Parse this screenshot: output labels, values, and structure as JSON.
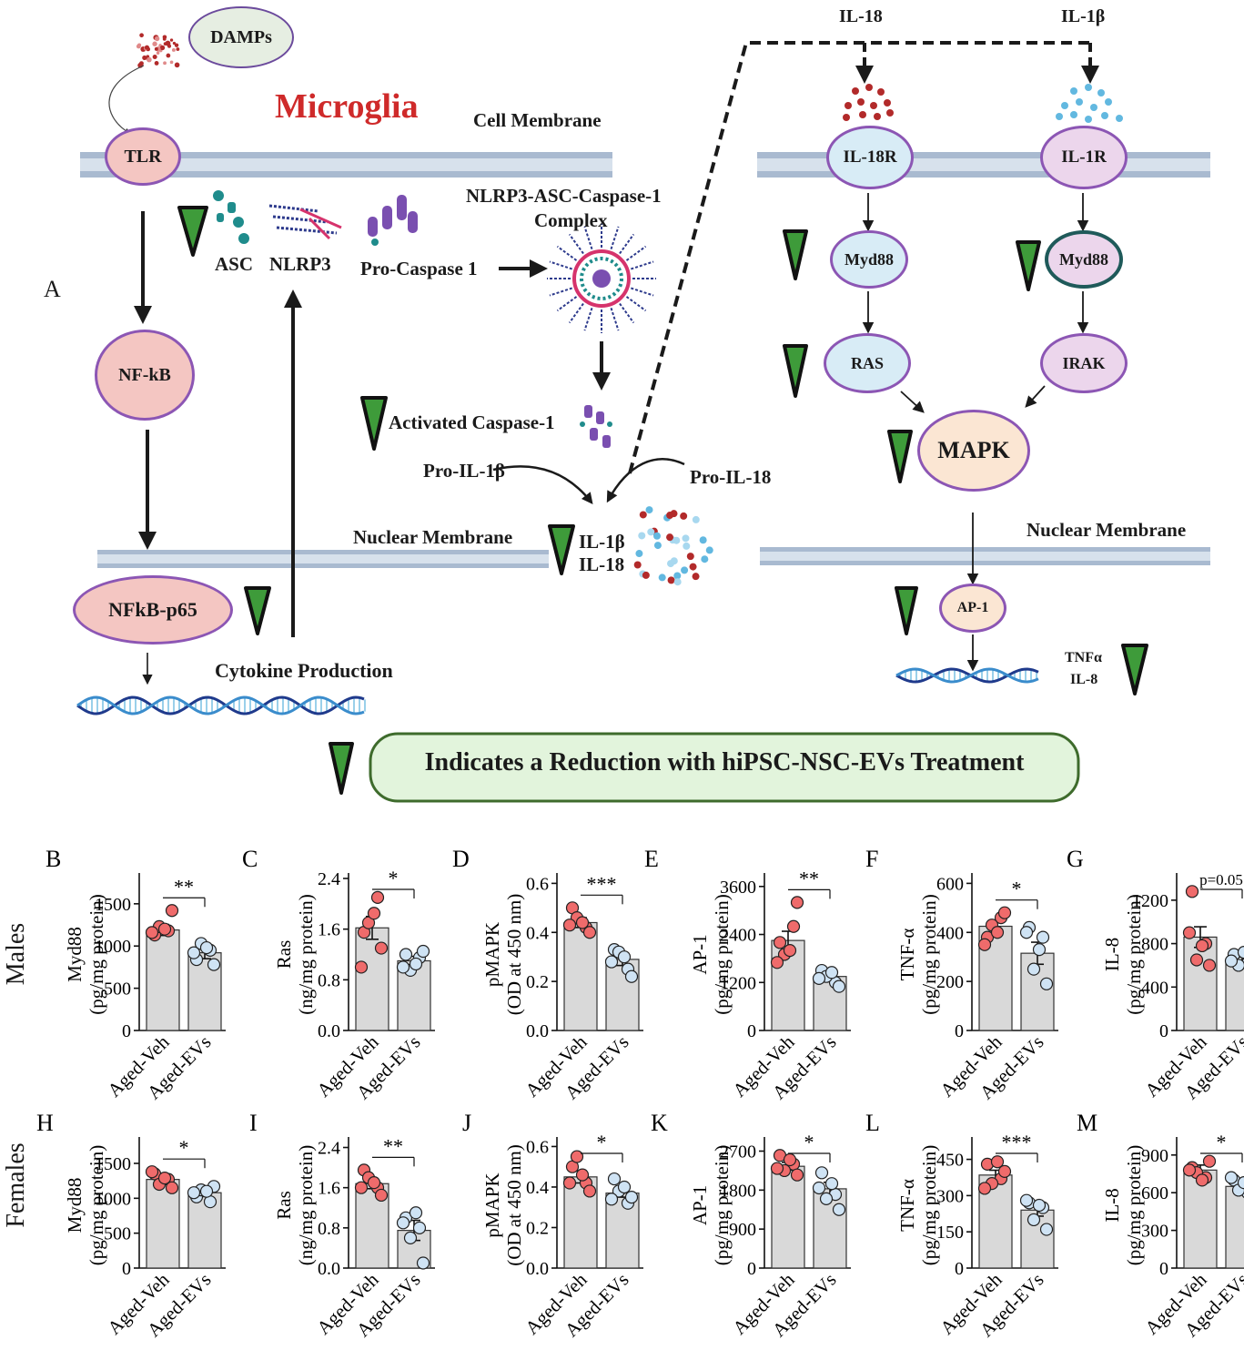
{
  "diagram": {
    "panel_label": "A",
    "title": "Microglia",
    "title_color": "#cf2a2a",
    "labels": {
      "damps": "DAMPs",
      "tlr": "TLR",
      "cell_membrane": "Cell Membrane",
      "asc": "ASC",
      "nlrp3": "NLRP3",
      "pro_caspase": "Pro-Caspase 1",
      "complex_line1": "NLRP3-ASC-Caspase-1",
      "complex_line2": "Complex",
      "nfkb": "NF-kB",
      "activated_caspase": "Activated Caspase-1",
      "pro_il1b": "Pro-IL-1β",
      "pro_il18": "Pro-IL-18",
      "nuclear_membrane_left": "Nuclear Membrane",
      "il1b": "IL-1β",
      "il18": "IL-18",
      "nfkb_p65": "NFkB-p65",
      "cytokine_production": "Cytokine Production",
      "il18_top": "IL-18",
      "il1b_top": "IL-1β",
      "il18r": "IL-18R",
      "il1r": "IL-1R",
      "myd88_left": "Myd88",
      "myd88_right": "Myd88",
      "ras": "RAS",
      "irak": "IRAK",
      "mapk": "MAPK",
      "nuclear_membrane_right": "Nuclear Membrane",
      "ap1": "AP-1",
      "tnfa": "TNFα",
      "il8": "IL-8"
    },
    "legend_text": "Indicates a Reduction with hiPSC-NSC-EVs Treatment",
    "colors": {
      "reduction_triangle": "#3e9b3a",
      "legend_fill": "#e2f4dc",
      "legend_border": "#3e6b2c",
      "membrane": "#9fb2c8",
      "il18_dots": "#b22a2a",
      "il1b_dots": "#62b8e0"
    }
  },
  "row_labels": [
    "Males",
    "Females"
  ],
  "group_labels": [
    "Aged-Veh",
    "Aged-EVs"
  ],
  "colors": {
    "veh_point": "#ef6b6b",
    "evs_point": "#cfe3f4",
    "bar": "#d9d9d9"
  },
  "chart_data": [
    {
      "type": "bar",
      "panel": "B",
      "ylabel_line1": "Myd88",
      "ylabel_line2": "(pg/mg protein)",
      "yticks": [
        "0",
        "500",
        "1000",
        "1500"
      ],
      "ylim": [
        0,
        1800
      ],
      "categories": [
        "Aged-Veh",
        "Aged-EVs"
      ],
      "values": [
        1190,
        920
      ],
      "errors": [
        65,
        70
      ],
      "points": [
        [
          1130,
          1180,
          1230,
          1420,
          1200,
          1160
        ],
        [
          840,
          950,
          1030,
          780,
          980,
          920
        ]
      ],
      "significance": "**"
    },
    {
      "type": "bar",
      "panel": "C",
      "ylabel_line1": "Ras",
      "ylabel_line2": "(ng/mg protein)",
      "yticks": [
        "0.0",
        "0.8",
        "1.6",
        "2.4"
      ],
      "ylim": [
        0,
        2.4
      ],
      "categories": [
        "Aged-Veh",
        "Aged-EVs"
      ],
      "values": [
        1.62,
        1.1
      ],
      "errors": [
        0.18,
        0.07
      ],
      "points": [
        [
          1.55,
          2.1,
          1.7,
          1.3,
          1.85,
          1.0
        ],
        [
          1.2,
          1.15,
          0.95,
          1.25,
          1.05,
          1.0
        ]
      ],
      "significance": "*"
    },
    {
      "type": "bar",
      "panel": "D",
      "ylabel_line1": "pMAPK",
      "ylabel_line2": "(OD at 450 nm)",
      "yticks": [
        "0.0",
        "0.2",
        "0.4",
        "0.6"
      ],
      "ylim": [
        0,
        0.62
      ],
      "categories": [
        "Aged-Veh",
        "Aged-EVs"
      ],
      "values": [
        0.44,
        0.29
      ],
      "errors": [
        0.02,
        0.025
      ],
      "points": [
        [
          0.5,
          0.42,
          0.46,
          0.4,
          0.44,
          0.43
        ],
        [
          0.33,
          0.25,
          0.32,
          0.22,
          0.3,
          0.28
        ]
      ],
      "significance": "***"
    },
    {
      "type": "bar",
      "panel": "E",
      "ylabel_line1": "AP-1",
      "ylabel_line2": "(pg/mg protein)",
      "yticks": [
        "0",
        "1200",
        "2400",
        "3600"
      ],
      "ylim": [
        0,
        3800
      ],
      "categories": [
        "Aged-Veh",
        "Aged-EVs"
      ],
      "values": [
        2250,
        1350
      ],
      "errors": [
        230,
        110
      ],
      "points": [
        [
          2200,
          2600,
          1900,
          3200,
          2000,
          1700
        ],
        [
          1500,
          1200,
          1350,
          1100,
          1450,
          1300
        ]
      ],
      "significance": "**"
    },
    {
      "type": "bar",
      "panel": "F",
      "ylabel_line1": "TNF-α",
      "ylabel_line2": "(pg/mg protein)",
      "yticks": [
        "0",
        "200",
        "400",
        "600"
      ],
      "ylim": [
        0,
        620
      ],
      "categories": [
        "Aged-Veh",
        "Aged-EVs"
      ],
      "values": [
        425,
        315
      ],
      "errors": [
        25,
        45
      ],
      "points": [
        [
          380,
          460,
          430,
          480,
          400,
          350
        ],
        [
          420,
          380,
          250,
          190,
          330,
          400
        ]
      ],
      "significance": "*"
    },
    {
      "type": "bar",
      "panel": "G",
      "ylabel_line1": "IL-8",
      "ylabel_line2": "(pg/mg protein)",
      "yticks": [
        "0",
        "400",
        "800",
        "1200"
      ],
      "ylim": [
        0,
        1400
      ],
      "categories": [
        "Aged-Veh",
        "Aged-EVs"
      ],
      "values": [
        860,
        650
      ],
      "errors": [
        95,
        25
      ],
      "points": [
        [
          1280,
          800,
          650,
          600,
          780,
          900
        ],
        [
          700,
          620,
          600,
          660,
          720,
          640
        ]
      ],
      "significance": "p=0.05"
    },
    {
      "type": "bar",
      "panel": "H",
      "ylabel_line1": "Myd88",
      "ylabel_line2": "(pg/mg protein)",
      "yticks": [
        "0",
        "500",
        "1000",
        "1500"
      ],
      "ylim": [
        0,
        1800
      ],
      "categories": [
        "Aged-Veh",
        "Aged-EVs"
      ],
      "values": [
        1270,
        1080
      ],
      "errors": [
        45,
        55
      ],
      "points": [
        [
          1350,
          1270,
          1200,
          1150,
          1290,
          1380
        ],
        [
          1020,
          950,
          1120,
          1170,
          1100,
          1080
        ]
      ],
      "significance": "*"
    },
    {
      "type": "bar",
      "panel": "I",
      "ylabel_line1": "Ras",
      "ylabel_line2": "(ng/mg protein)",
      "yticks": [
        "0.0",
        "0.8",
        "1.6",
        "2.4"
      ],
      "ylim": [
        0,
        2.5
      ],
      "categories": [
        "Aged-Veh",
        "Aged-EVs"
      ],
      "values": [
        1.68,
        0.75
      ],
      "errors": [
        0.1,
        0.2
      ],
      "points": [
        [
          1.95,
          1.6,
          1.8,
          1.45,
          1.7,
          1.6
        ],
        [
          1.0,
          0.8,
          0.6,
          0.1,
          1.1,
          0.9
        ]
      ],
      "significance": "**"
    },
    {
      "type": "bar",
      "panel": "J",
      "ylabel_line1": "pMAPK",
      "ylabel_line2": "(OD at 450 nm)",
      "yticks": [
        "0.0",
        "0.2",
        "0.4",
        "0.6"
      ],
      "ylim": [
        0,
        0.62
      ],
      "categories": [
        "Aged-Veh",
        "Aged-EVs"
      ],
      "values": [
        0.45,
        0.37
      ],
      "errors": [
        0.03,
        0.02
      ],
      "points": [
        [
          0.5,
          0.42,
          0.55,
          0.38,
          0.46,
          0.42
        ],
        [
          0.44,
          0.32,
          0.38,
          0.35,
          0.4,
          0.34
        ]
      ],
      "significance": "*"
    },
    {
      "type": "bar",
      "panel": "K",
      "ylabel_line1": "AP-1",
      "ylabel_line2": "(pg/mg protein)",
      "yticks": [
        "0",
        "900",
        "1800",
        "2700"
      ],
      "ylim": [
        0,
        2900
      ],
      "categories": [
        "Aged-Veh",
        "Aged-EVs"
      ],
      "values": [
        2350,
        1830
      ],
      "errors": [
        90,
        150
      ],
      "points": [
        [
          2600,
          2400,
          2250,
          2150,
          2500,
          2300
        ],
        [
          2200,
          1700,
          1600,
          1350,
          1950,
          1850
        ]
      ],
      "significance": "*"
    },
    {
      "type": "bar",
      "panel": "L",
      "ylabel_line1": "TNF-α",
      "ylabel_line2": "(pg/mg protein)",
      "yticks": [
        "0",
        "150",
        "300",
        "450"
      ],
      "ylim": [
        0,
        520
      ],
      "categories": [
        "Aged-Veh",
        "Aged-EVs"
      ],
      "values": [
        385,
        240
      ],
      "errors": [
        20,
        25
      ],
      "points": [
        [
          430,
          370,
          350,
          400,
          440,
          330
        ],
        [
          270,
          250,
          200,
          160,
          260,
          280
        ]
      ],
      "significance": "***"
    },
    {
      "type": "bar",
      "panel": "M",
      "ylabel_line1": "IL-8",
      "ylabel_line2": "(pg/mg protein)",
      "yticks": [
        "0",
        "300",
        "600",
        "900"
      ],
      "ylim": [
        0,
        1000
      ],
      "categories": [
        "Aged-Veh",
        "Aged-EVs"
      ],
      "values": [
        780,
        650
      ],
      "errors": [
        40,
        50
      ],
      "points": [
        [
          800,
          720,
          760,
          850,
          700,
          780
        ],
        [
          700,
          600,
          620,
          480,
          680,
          720
        ]
      ],
      "significance": "*"
    }
  ]
}
